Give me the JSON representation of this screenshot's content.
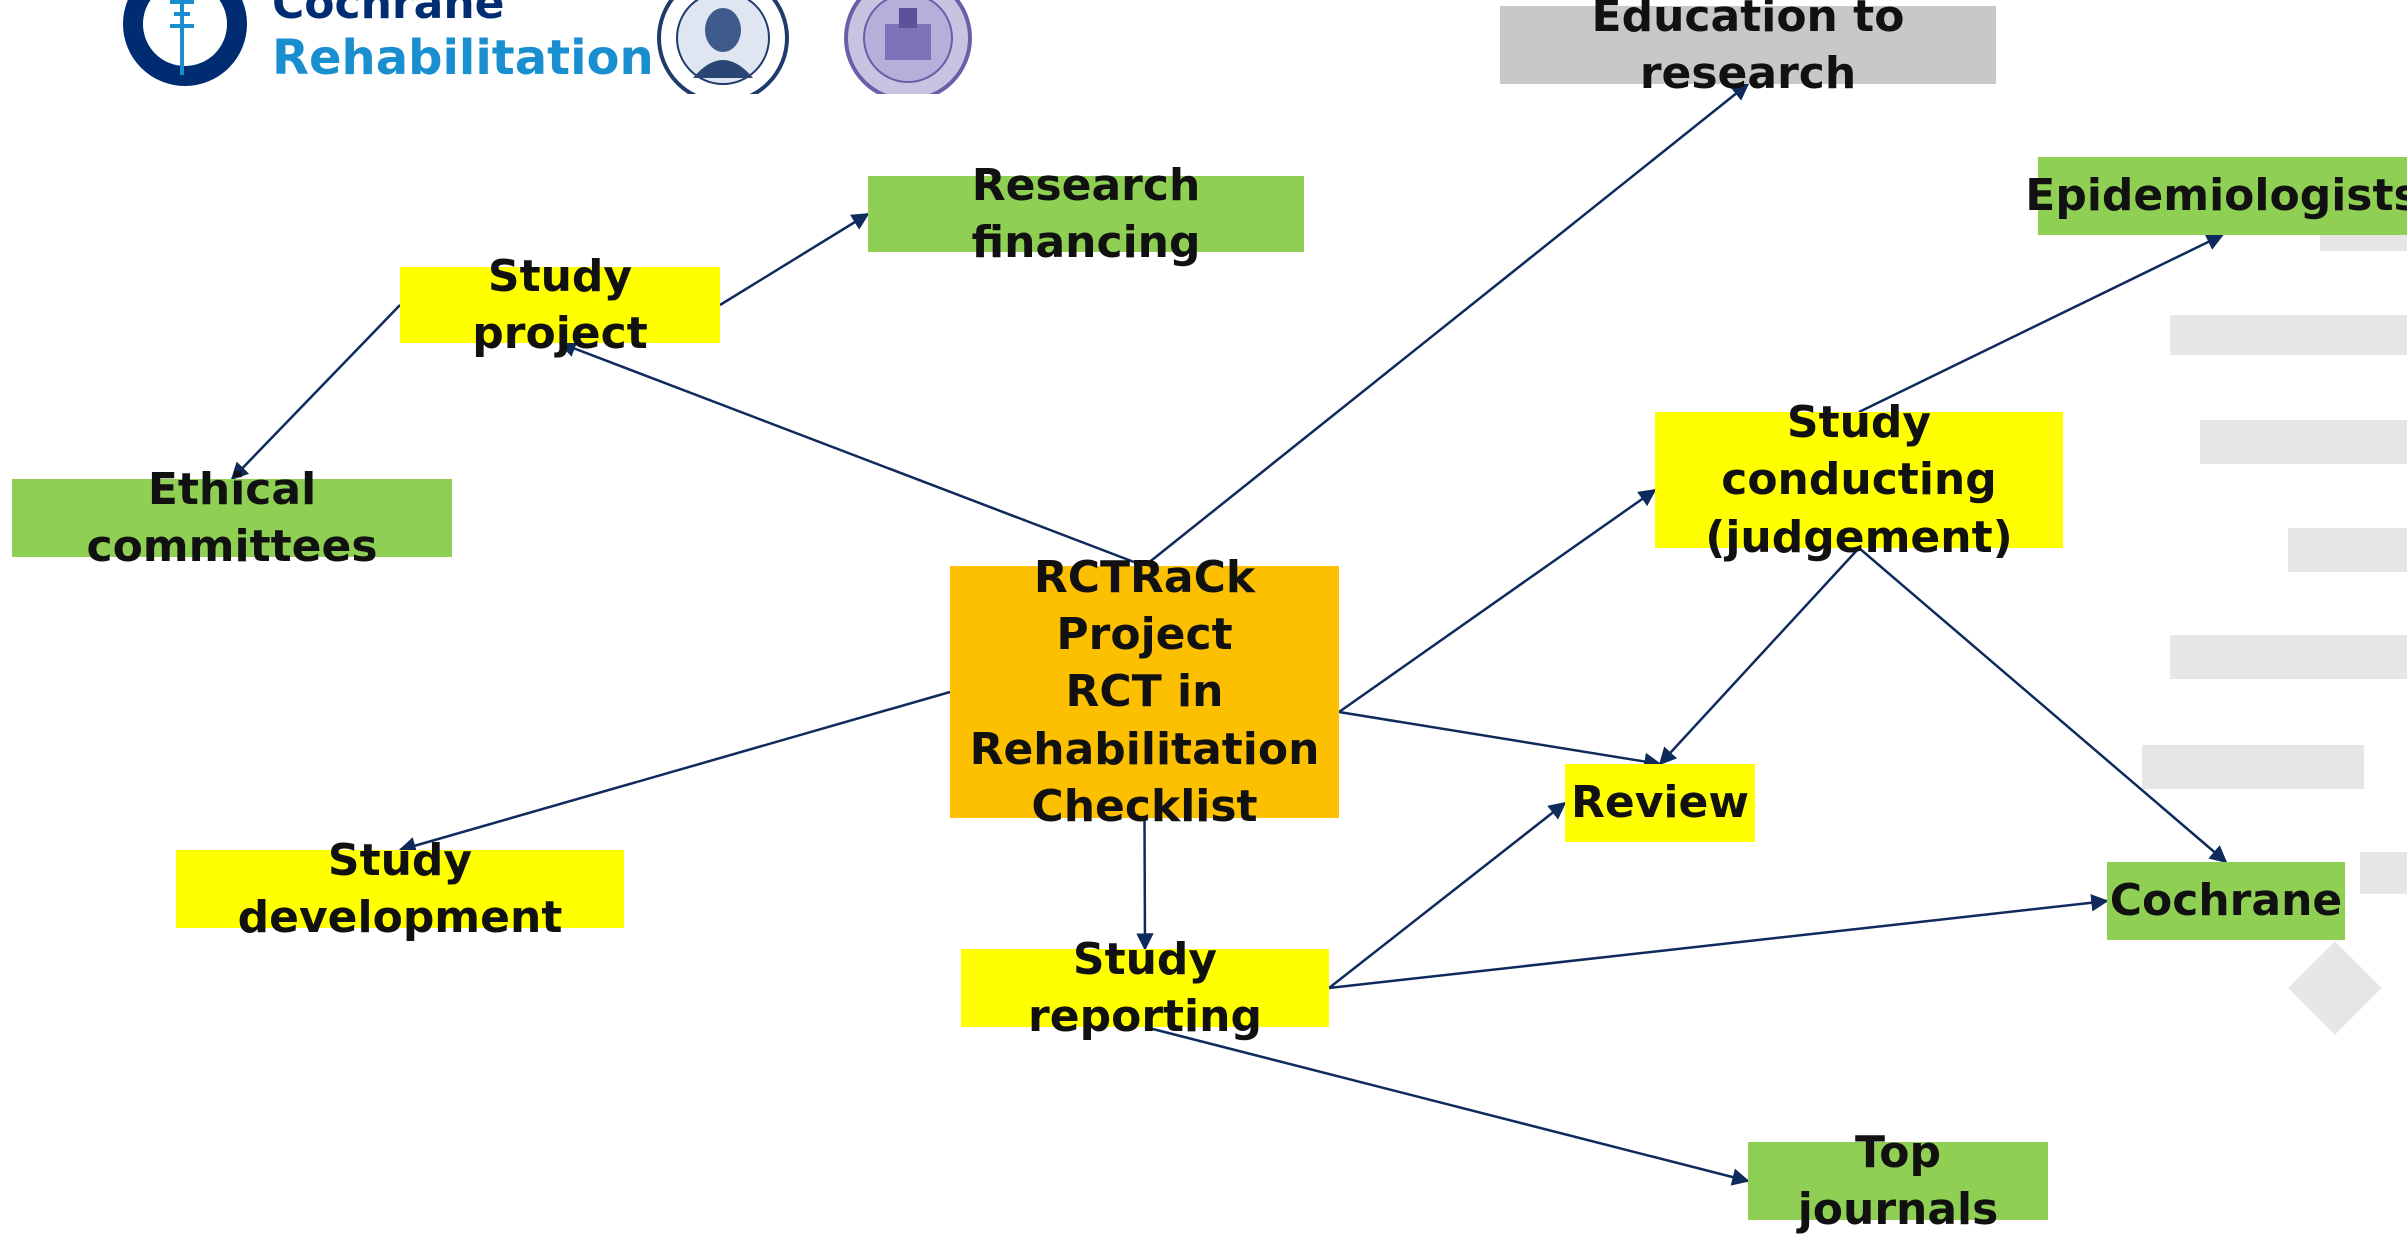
{
  "logos": {
    "cochrane_line1": "Cochrane",
    "cochrane_line2": "Rehabilitation"
  },
  "colors": {
    "arrow": "#0f2a5c",
    "yellow_box": "#ffff00",
    "green_box": "#8fd054",
    "gray_box": "#c8c8c8",
    "center_box": "#fdc000",
    "cochrane_blue": "#002d72",
    "rehab_blue": "#1a8fd0"
  },
  "nodes": {
    "center": "RCTRaCk Project\nRCT in\nRehabilitation\nChecklist",
    "study_project": "Study project",
    "research_financing": "Research financing",
    "ethical_committees": "Ethical committees",
    "education_to_research": "Education to research",
    "epidemiologists": "Epidemiologists",
    "study_conducting": "Study conducting\n(judgement)",
    "review": "Review",
    "study_development": "Study development",
    "study_reporting": "Study reporting",
    "cochrane": "Cochrane",
    "top_journals": "Top journals"
  }
}
